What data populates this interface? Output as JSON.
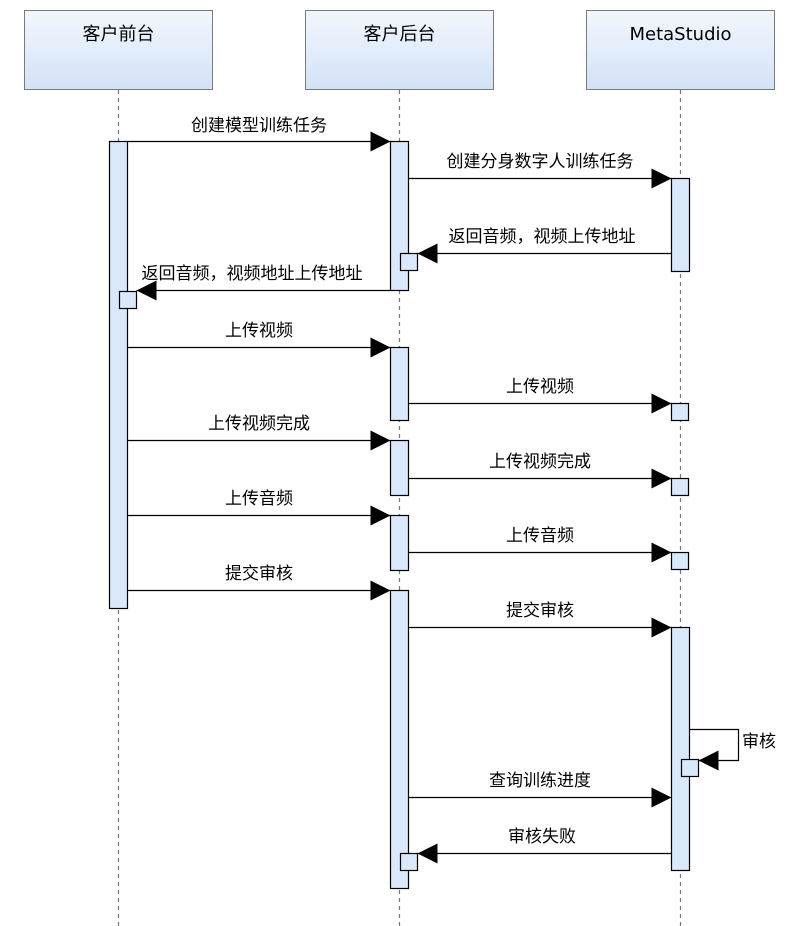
{
  "participants": [
    {
      "id": "front",
      "name": "客户前台"
    },
    {
      "id": "back",
      "name": "客户后台"
    },
    {
      "id": "meta",
      "name": "MetaStudio"
    }
  ],
  "messages": [
    {
      "from": "front",
      "to": "back",
      "label": "创建模型训练任务"
    },
    {
      "from": "back",
      "to": "meta",
      "label": "创建分身数字人训练任务"
    },
    {
      "from": "meta",
      "to": "back",
      "label": "返回音频，视频上传地址"
    },
    {
      "from": "back",
      "to": "front",
      "label": "返回音频，视频地址上传地址"
    },
    {
      "from": "front",
      "to": "back",
      "label": "上传视频"
    },
    {
      "from": "back",
      "to": "meta",
      "label": "上传视频"
    },
    {
      "from": "front",
      "to": "back",
      "label": "上传视频完成"
    },
    {
      "from": "back",
      "to": "meta",
      "label": "上传视频完成"
    },
    {
      "from": "front",
      "to": "back",
      "label": "上传音频"
    },
    {
      "from": "back",
      "to": "meta",
      "label": "上传音频"
    },
    {
      "from": "front",
      "to": "back",
      "label": "提交审核"
    },
    {
      "from": "back",
      "to": "meta",
      "label": "提交审核"
    },
    {
      "from": "meta",
      "to": "meta",
      "label": "审核"
    },
    {
      "from": "back",
      "to": "meta",
      "label": "查询训练进度"
    },
    {
      "from": "meta",
      "to": "back",
      "label": "审核失败"
    }
  ],
  "colors": {
    "header_fill_top": "#f3f7fd",
    "header_fill_bottom": "#d3e2f7",
    "activation_fill": "#dae8fc",
    "stroke": "#000000",
    "lifeline": "#777777"
  }
}
